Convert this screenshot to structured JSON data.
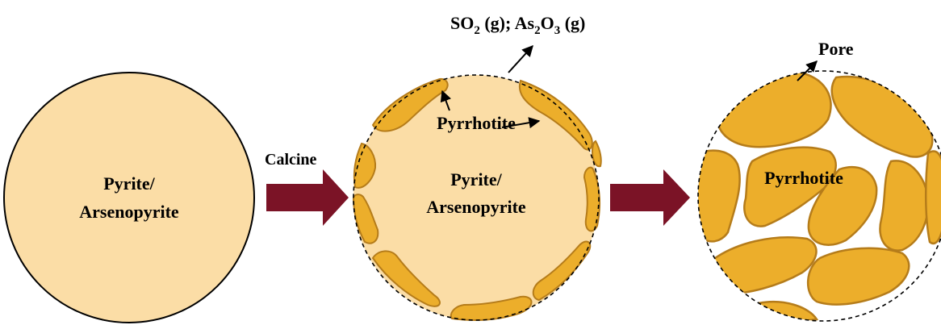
{
  "labels": {
    "particle1": {
      "line1": "Pyrite/",
      "line2": "Arsenopyrite"
    },
    "process": "Calcine",
    "particle2": {
      "line1": "Pyrite/",
      "line2": "Arsenopyrite"
    },
    "layer": "Pyrrhotite",
    "gases": {
      "so_main": "SO",
      "so_sub": "2",
      "so_tail": " (g); ",
      "as_main": "As",
      "as_sub1": "2",
      "as_mid": "O",
      "as_sub2": "3",
      "as_tail": " (g)"
    },
    "pore": "Pore",
    "particle3": "Pyrrhotite"
  },
  "colors": {
    "core": "#fbdda6",
    "pyrrhotite": "#ecae2b",
    "pyrrhotite_edge": "#b57c1a",
    "arrow": "#7b1326",
    "outline": "#000000"
  }
}
